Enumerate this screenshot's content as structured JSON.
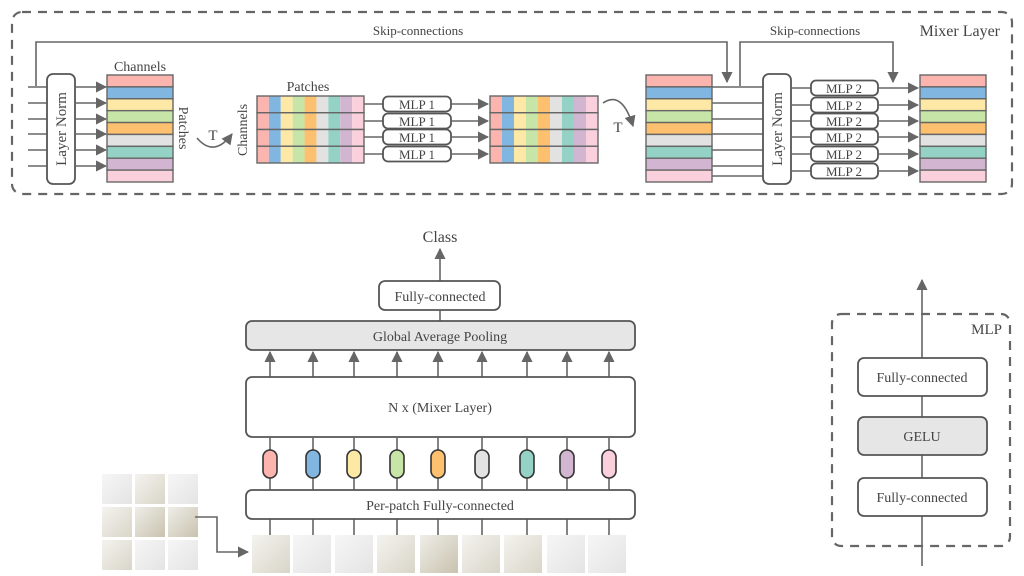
{
  "palette": [
    "#fbb4ae",
    "#80b6e0",
    "#fde9a5",
    "#c6e5a7",
    "#fdc06e",
    "#e2e2e2",
    "#93d2c4",
    "#d2b6d1",
    "#f9d0dc"
  ],
  "mixer_layer": {
    "title": "Mixer Layer",
    "skip_label_1": "Skip-connections",
    "skip_label_2": "Skip-connections",
    "layer_norm_1": "Layer Norm",
    "layer_norm_2": "Layer Norm",
    "channels_label_1": "Channels",
    "patches_label_1": "Patches",
    "patches_label_2": "Patches",
    "channels_label_2": "Channels",
    "transpose_1": "T",
    "transpose_2": "T",
    "mlp1_blocks": [
      "MLP 1",
      "MLP 1",
      "MLP 1",
      "MLP 1"
    ],
    "mlp2_blocks": [
      "MLP 2",
      "MLP 2",
      "MLP 2",
      "MLP 2",
      "MLP 2",
      "MLP 2"
    ]
  },
  "main": {
    "class_label": "Class",
    "fully_connected": "Fully-connected",
    "global_avg_pool": "Global Average Pooling",
    "mixer_stack": "N x (Mixer Layer)",
    "per_patch_fc": "Per-patch Fully-connected",
    "num_patches": 9
  },
  "mlp": {
    "title": "MLP",
    "fc_top": "Fully-connected",
    "activation": "GELU",
    "fc_bottom": "Fully-connected"
  }
}
